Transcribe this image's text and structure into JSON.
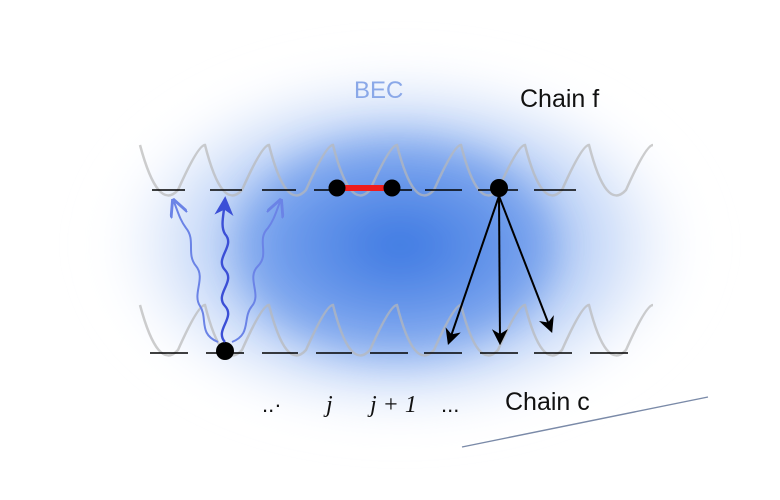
{
  "labels": {
    "bec": "BEC",
    "chain_f": "Chain f",
    "chain_c": "Chain c"
  },
  "site_labels": {
    "dots_left": "..·",
    "j": "j",
    "j_plus_1": "j + 1",
    "dots_right": "..."
  },
  "colors": {
    "bec_cloud": "#4a86e8",
    "bec_label": "#8aa8e8",
    "wave_arrow": "#3b4fd6",
    "wave_arrow_light": "#6b83e6",
    "bond": "#ee1c1c",
    "atom": "#000000",
    "level_line": "#000000",
    "potential": "#b8b8b8"
  },
  "icons": {
    "atom": "atom-dot-icon",
    "bond": "red-bond-icon",
    "emission": "wavy-arrow-icon",
    "decay": "straight-arrow-icon"
  }
}
